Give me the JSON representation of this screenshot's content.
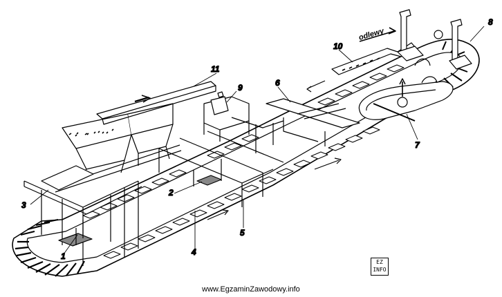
{
  "labels": {
    "l1": "1",
    "l2": "2",
    "l3": "3",
    "l4": "4",
    "l5": "5",
    "l6": "6",
    "l7": "7",
    "l8": "8",
    "l9": "9",
    "l10": "10",
    "l11": "11"
  },
  "flow_text": "odlewy",
  "footer": "www.EgzaminZawodowy.info",
  "logo": {
    "top": "EZ",
    "bottom": "INFO"
  },
  "colors": {
    "ink": "#000000",
    "paper": "#ffffff"
  }
}
